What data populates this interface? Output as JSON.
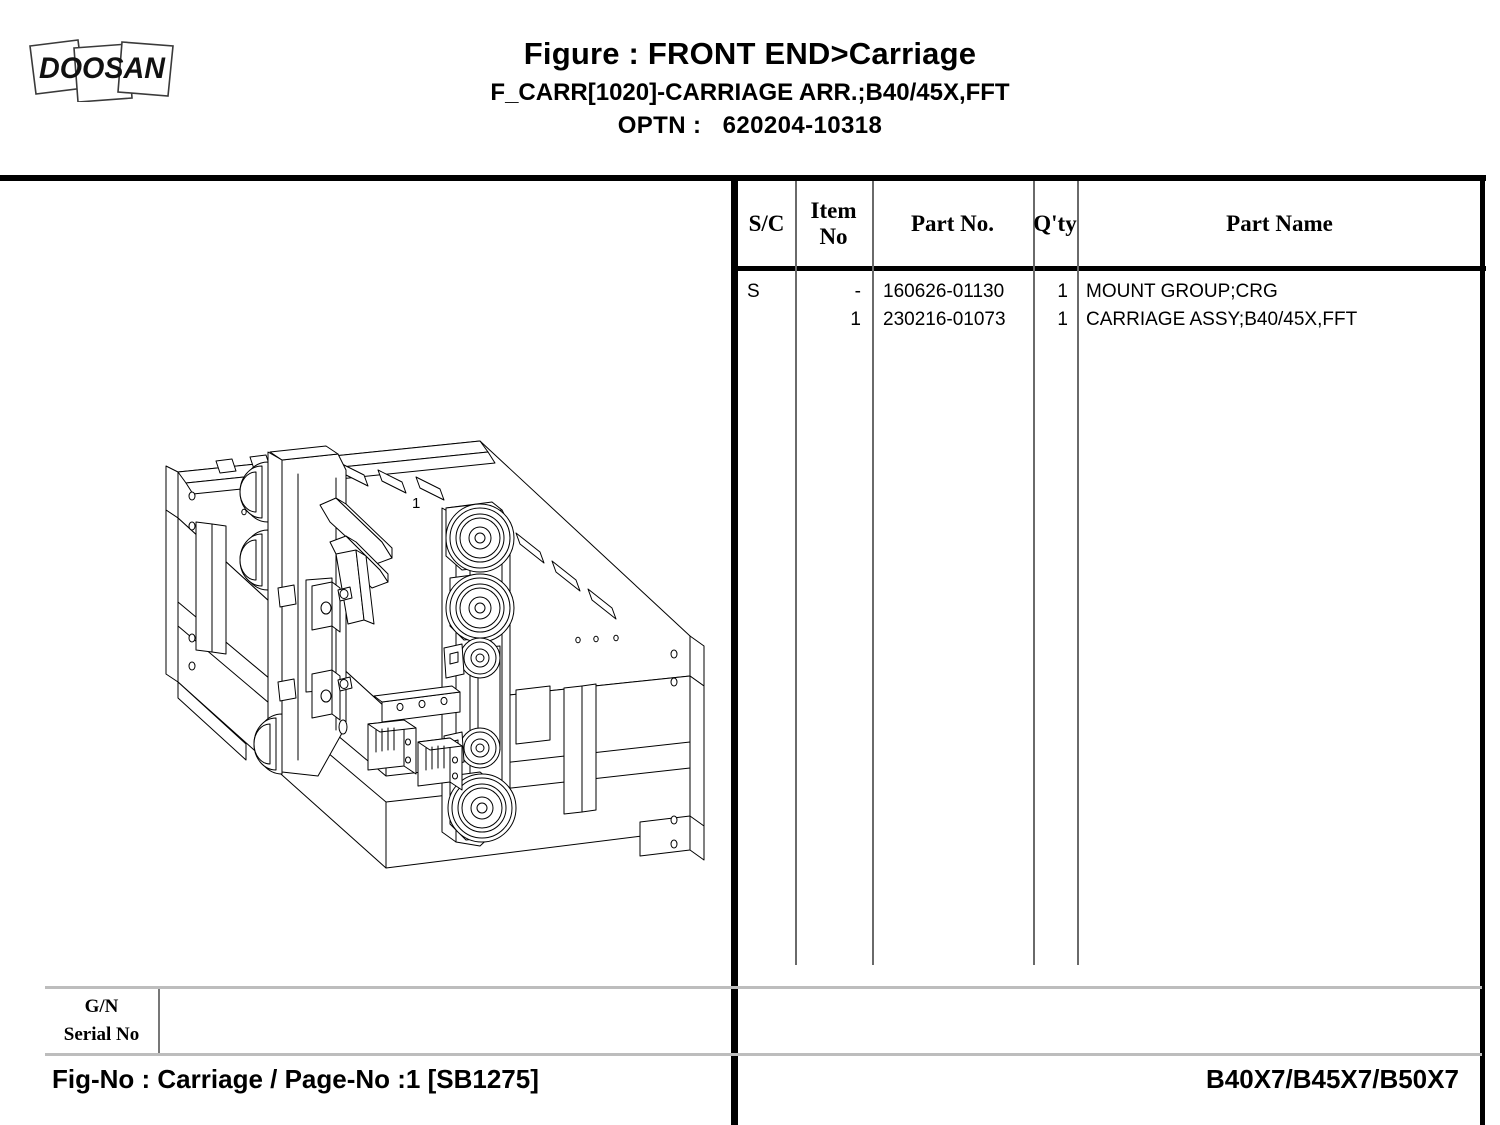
{
  "brand": {
    "logo_text": "DOOSAN"
  },
  "header": {
    "figure_title": "Figure : FRONT END>Carriage",
    "assembly_title": "F_CARR[1020]-CARRIAGE ARR.;B40/45X,FFT",
    "optn_label": "OPTN :",
    "optn_value": "620204-10318"
  },
  "table": {
    "columns": [
      {
        "key": "sc",
        "label": "S/C"
      },
      {
        "key": "item_no",
        "label": "Item\nNo",
        "label_line1": "Item",
        "label_line2": "No"
      },
      {
        "key": "part_no",
        "label": "Part No."
      },
      {
        "key": "qty",
        "label": "Q'ty"
      },
      {
        "key": "part_name",
        "label": "Part Name"
      }
    ],
    "rows": [
      {
        "sc": "S",
        "item_no": "-",
        "part_no": "160626-01130",
        "qty": "1",
        "part_name": "MOUNT GROUP;CRG"
      },
      {
        "sc": "",
        "item_no": "1",
        "part_no": "230216-01073",
        "qty": "1",
        "part_name": "CARRIAGE ASSY;B40/45X,FFT"
      }
    ]
  },
  "drawing": {
    "callouts": [
      {
        "label": "1"
      }
    ]
  },
  "footer": {
    "gn_line1": "G/N",
    "gn_line2": "Serial No",
    "fig_no": "Fig-No : Carriage / Page-No :1 [SB1275]",
    "model": "B40X7/B45X7/B50X7"
  }
}
